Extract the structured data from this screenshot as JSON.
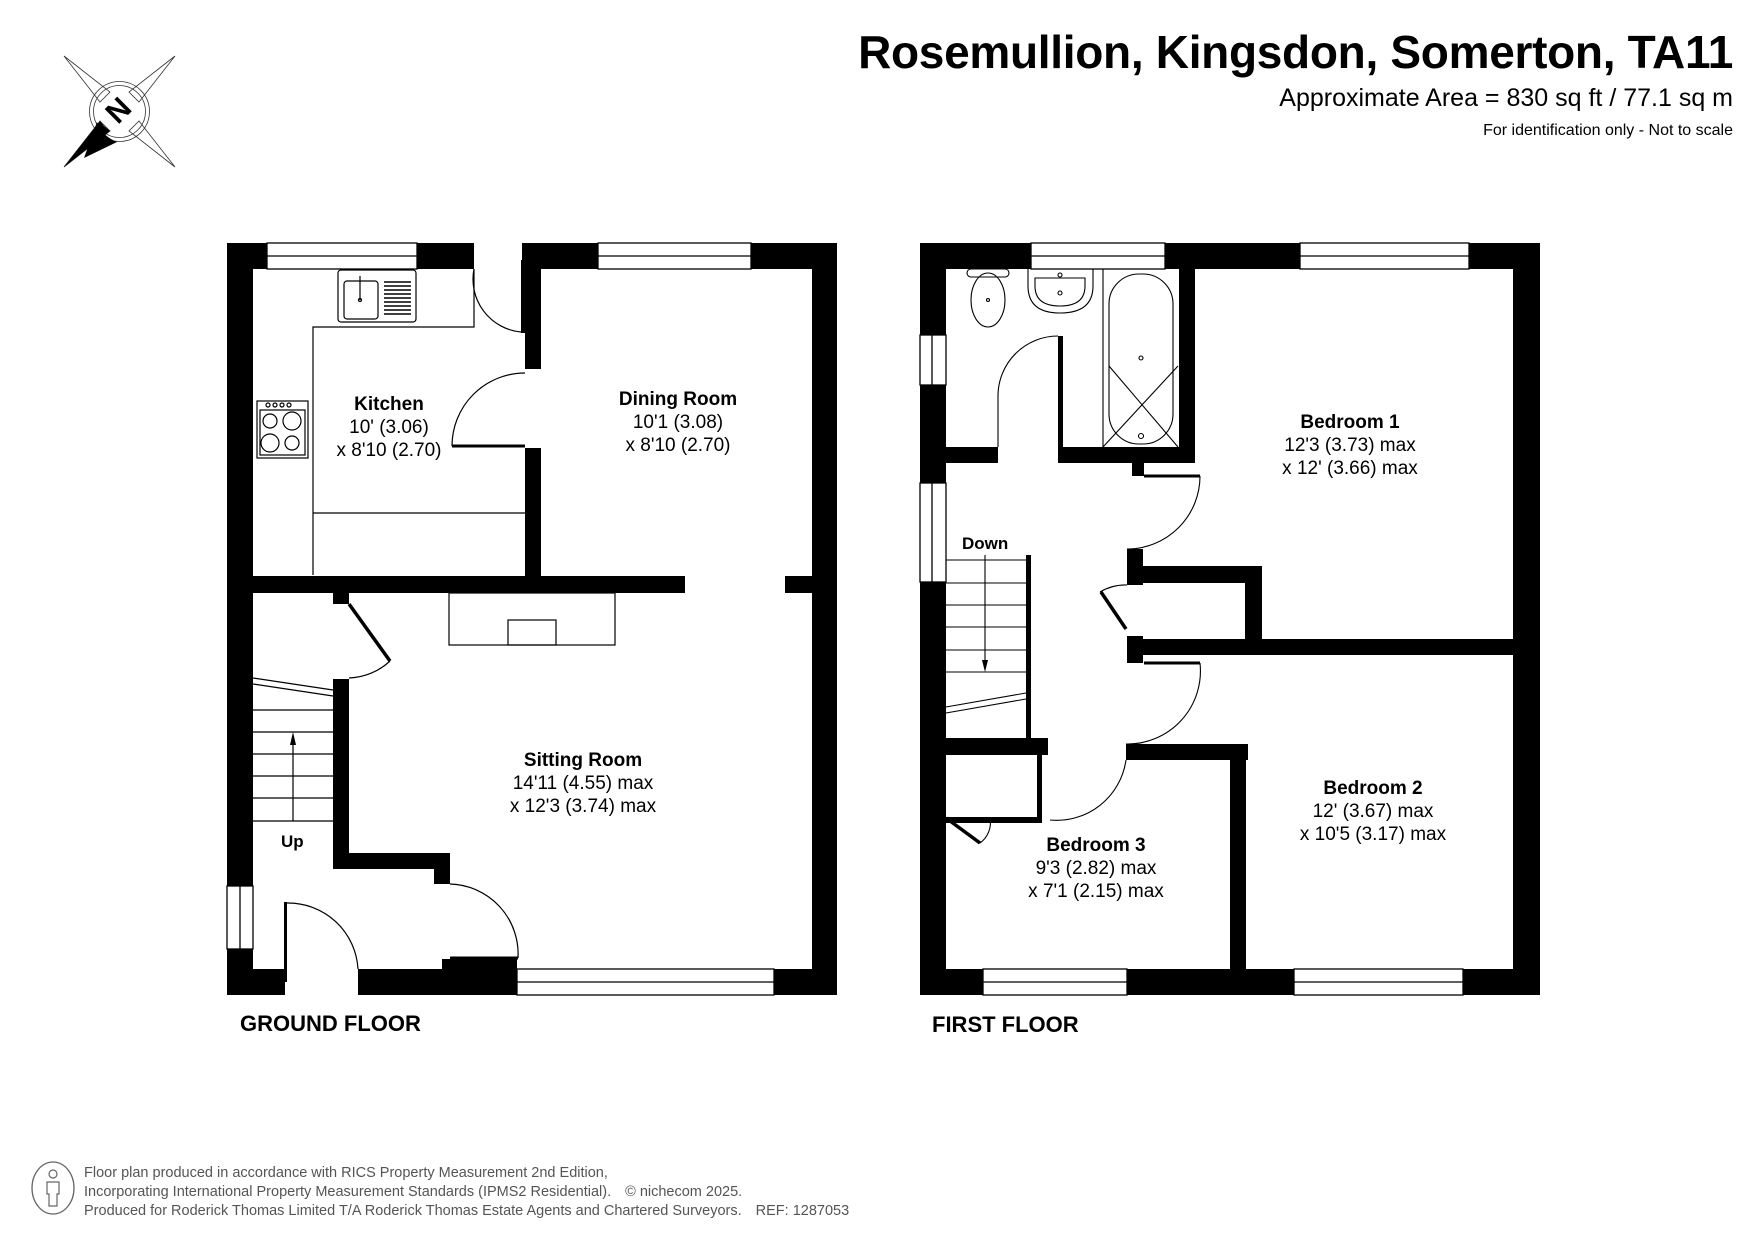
{
  "header": {
    "title": "Rosemullion, Kingsdon, Somerton, TA11",
    "area": "Approximate Area = 830 sq ft / 77.1 sq m",
    "note": "For identification only - Not to scale"
  },
  "compass": {
    "icon": "north-compass-icon",
    "letter": "N"
  },
  "ground_floor": {
    "label": "GROUND FLOOR",
    "stairs_label": "Up",
    "rooms": [
      {
        "name": "Kitchen",
        "dim1": "10' (3.06)",
        "dim2": "x 8'10 (2.70)"
      },
      {
        "name": "Dining Room",
        "dim1": "10'1 (3.08)",
        "dim2": "x 8'10 (2.70)"
      },
      {
        "name": "Sitting Room",
        "dim1": "14'11 (4.55) max",
        "dim2": "x 12'3 (3.74) max"
      }
    ]
  },
  "first_floor": {
    "label": "FIRST FLOOR",
    "stairs_label": "Down",
    "rooms": [
      {
        "name": "Bedroom 1",
        "dim1": "12'3 (3.73) max",
        "dim2": "x 12' (3.66) max"
      },
      {
        "name": "Bedroom 2",
        "dim1": "12' (3.67) max",
        "dim2": "x 10'5 (3.17) max"
      },
      {
        "name": "Bedroom 3",
        "dim1": "9'3 (2.82) max",
        "dim2": "x 7'1 (2.15) max"
      }
    ]
  },
  "footer": {
    "line1": "Floor plan produced in accordance with RICS Property Measurement 2nd Edition,",
    "line2": "Incorporating International Property Measurement Standards (IPMS2 Residential).",
    "copyright": "© nichecom 2025.",
    "line3": "Produced for Roderick Thomas Limited T/A Roderick Thomas Estate Agents and Chartered Surveyors.",
    "ref": "REF: 1287053"
  },
  "colors": {
    "wall": "#000000",
    "footer_text": "#555555",
    "background": "#ffffff"
  }
}
